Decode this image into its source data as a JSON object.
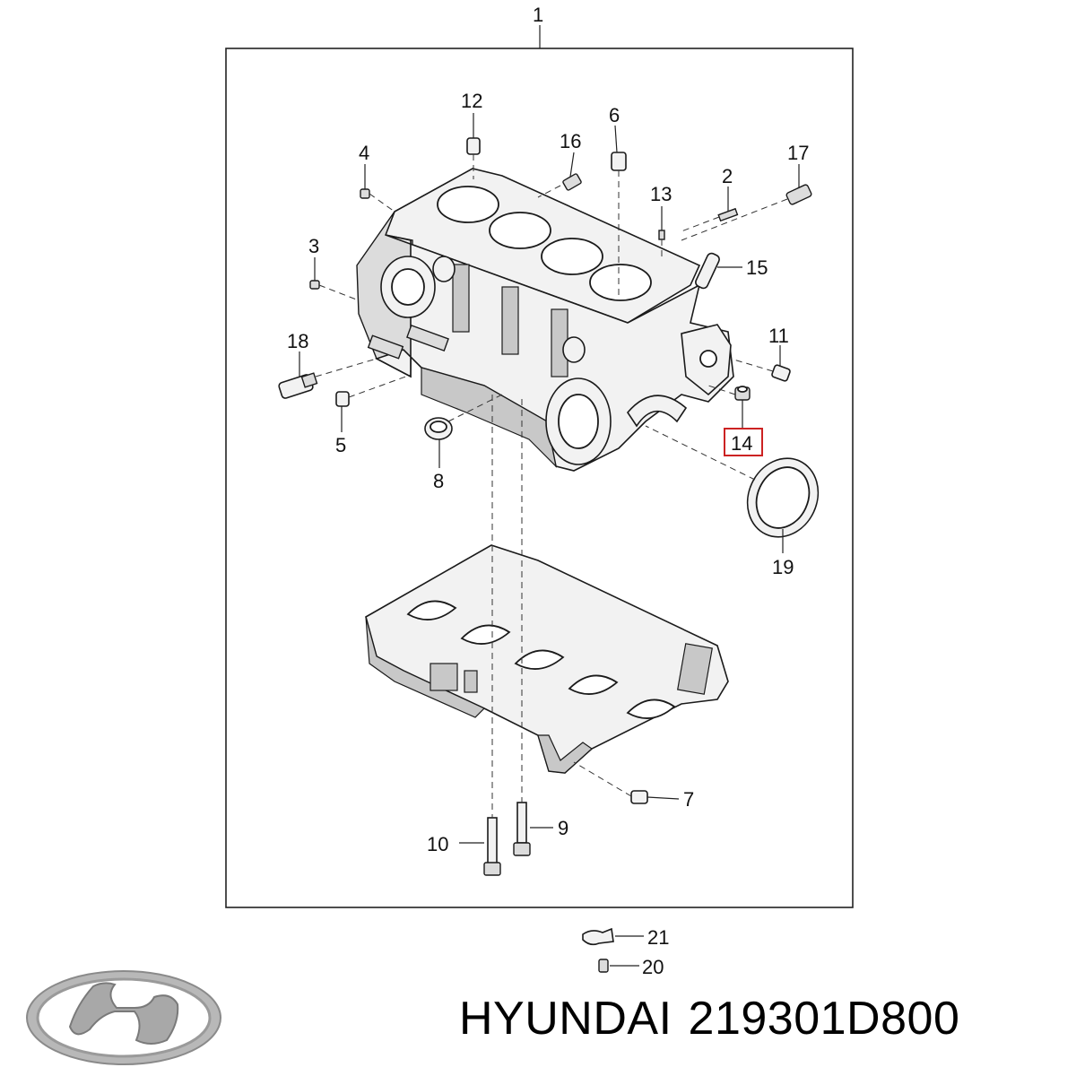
{
  "callouts": {
    "c1": "1",
    "c2": "2",
    "c3": "3",
    "c4": "4",
    "c5": "5",
    "c6": "6",
    "c7": "7",
    "c8": "8",
    "c9": "9",
    "c10": "10",
    "c11": "11",
    "c12": "12",
    "c13": "13",
    "c14": "14",
    "c15": "15",
    "c16": "16",
    "c17": "17",
    "c18": "18",
    "c19": "19",
    "c20": "20",
    "c21": "21"
  },
  "highlighted_part": "14",
  "highlight_color": "#cc2222",
  "brand": "HYUNDAI",
  "part_number": "219301D800",
  "logo_icon": "hyundai-logo-icon"
}
